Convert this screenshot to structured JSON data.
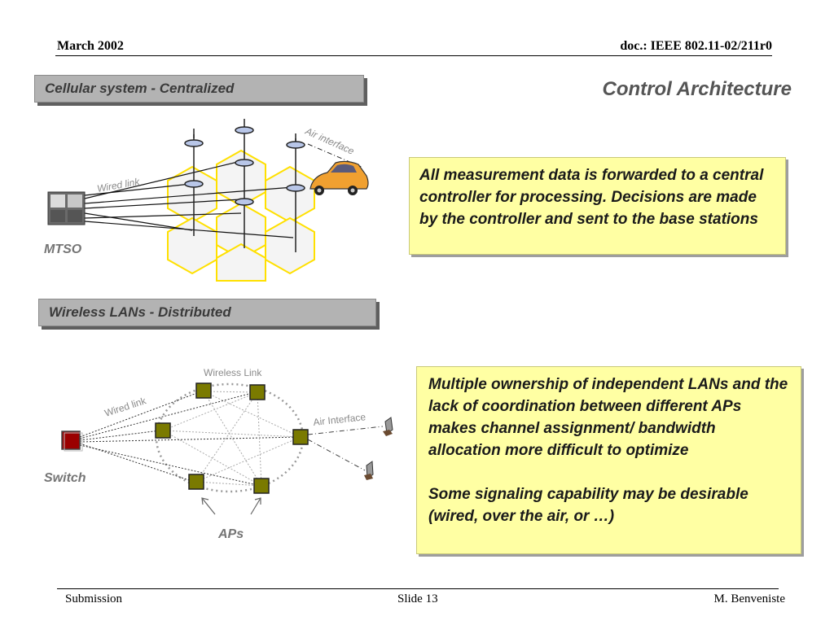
{
  "header": {
    "date": "March 2002",
    "doc": "doc.: IEEE 802.11-02/211r0"
  },
  "title": "Control Architecture",
  "cellular": {
    "banner": "Cellular system - Centralized",
    "wired_link": "Wired link",
    "air_interface": "Air interface",
    "mtso": "MTSO",
    "note": "All measurement data is forwarded to a central controller for processing. Decisions are made by the controller and sent to the base stations"
  },
  "wlan": {
    "banner": "Wireless LANs - Distributed",
    "wireless_link": "Wireless Link",
    "wired_link": "Wired link",
    "air_interface": "Air Interface",
    "switch": "Switch",
    "aps": "APs",
    "note_p1": "Multiple ownership of independent LANs and the lack of coordination between different APs makes channel assignment/ bandwidth allocation more difficult to optimize",
    "note_p2": "Some signaling capability may be desirable (wired, over the air, or …)"
  },
  "footer": {
    "left": "Submission",
    "center": "Slide 13",
    "right": "M. Benveniste"
  },
  "colors": {
    "banner": "#b3b3b3",
    "note": "#ffffa3",
    "ap": "#7a7a00",
    "switch": "#9b0000",
    "hex_border": "#ffe300",
    "car": "#f0a030"
  }
}
